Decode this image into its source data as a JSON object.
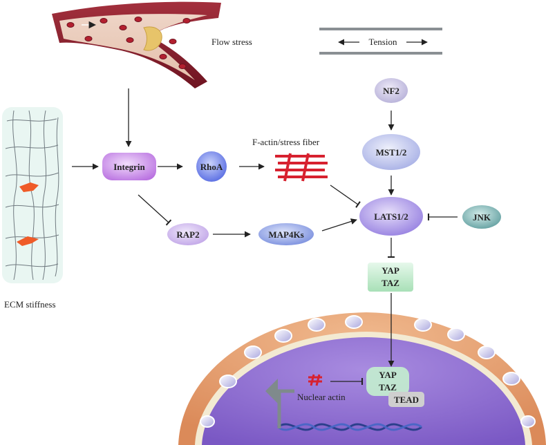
{
  "labels": {
    "flow_stress": "Flow stress",
    "tension": "Tension",
    "ecm_stiffness": "ECM stiffness",
    "f_actin": "F-actin/stress fiber",
    "nuclear_actin": "Nuclear actin"
  },
  "nodes": {
    "integrin": "Integrin",
    "rhoa": "RhoA",
    "rap2": "RAP2",
    "map4ks": "MAP4Ks",
    "nf2": "NF2",
    "mst": "MST1/2",
    "lats": "LATS1/2",
    "jnk": "JNK",
    "yap_cyto": "YAP",
    "taz_cyto": "TAZ",
    "yap_nuc": "YAP",
    "taz_nuc": "TAZ",
    "tead": "TEAD"
  },
  "colors": {
    "integrin": "#b86fe0",
    "rhoa": "#5b6ee6",
    "rap2": "#c3a6e8",
    "map4ks": "#7d93e0",
    "nf2": "#b9b4da",
    "mst": "#a8b1e6",
    "lats": "#9c86e3",
    "jnk": "#5f9ea0",
    "yap_taz": "#bfe9c9",
    "tead": "#c9c9c9",
    "actin": "#d7212f",
    "vessel": "#8a1f2c",
    "nucleus_outer": "#e8a274",
    "nucleus_inner": "#8f6fcf",
    "ecm_bg": "#e9f6f2"
  }
}
